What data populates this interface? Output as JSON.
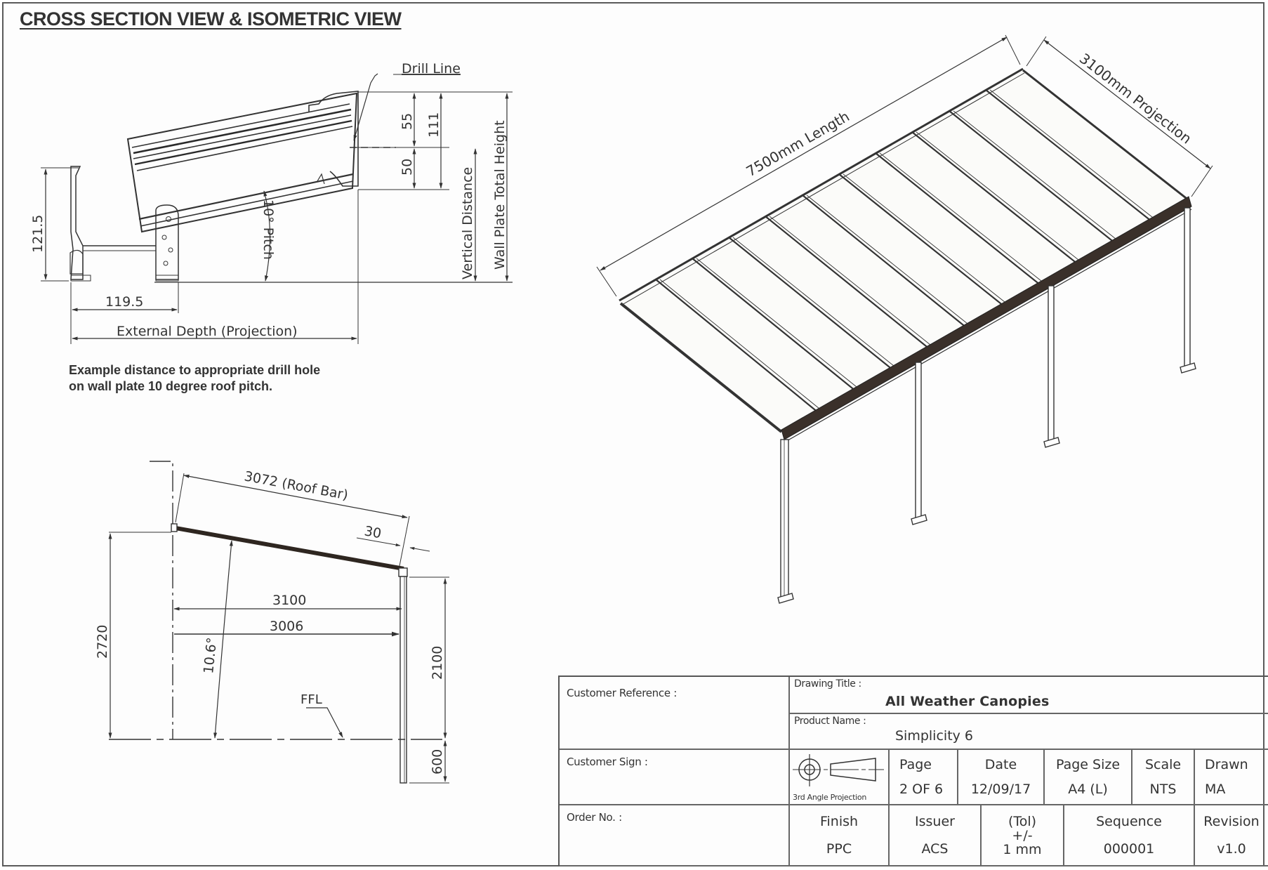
{
  "header": {
    "title": "CROSS SECTION VIEW & ISOMETRIC VIEW"
  },
  "cross_section": {
    "drill_line_label": "Drill Line",
    "dim_55": "55",
    "dim_111": "111",
    "dim_50": "50",
    "vertical_distance_label": "Vertical Distance",
    "wall_plate_total_height_label": "Wall Plate Total Height",
    "pitch_label": "10° Pitch",
    "dim_121_5": "121.5",
    "dim_119_5": "119.5",
    "external_depth_label": "External Depth (Projection)",
    "note_line1": "Example distance to appropriate drill hole",
    "note_line2": "on wall plate 10 degree roof pitch."
  },
  "side_elevation": {
    "roof_bar_label": "3072 (Roof Bar)",
    "dim_30": "30",
    "dim_3100": "3100",
    "dim_3006": "3006",
    "angle_label": "10.6°",
    "dim_2720": "2720",
    "dim_2100": "2100",
    "dim_600": "600",
    "ffl_label": "FFL"
  },
  "isometric": {
    "length_label": "7500mm Length",
    "projection_label": "3100mm Projection",
    "roof_bar_count": 11,
    "post_count": 4
  },
  "title_block": {
    "customer_reference_label": "Customer Reference :",
    "customer_sign_label": "Customer Sign :",
    "order_no_label": "Order No. :",
    "drawing_title_label": "Drawing Title :",
    "drawing_title_value": "All Weather Canopies",
    "product_name_label": "Product Name :",
    "product_name_value": "Simplicity 6",
    "projection_symbol_label": "3rd Angle Projection",
    "page_label": "Page",
    "page_value": "2 OF 6",
    "date_label": "Date",
    "date_value": "12/09/17",
    "page_size_label": "Page Size",
    "page_size_value": "A4 (L)",
    "scale_label": "Scale",
    "scale_value": "NTS",
    "drawn_label": "Drawn",
    "drawn_value": "MA",
    "finish_label": "Finish",
    "finish_value": "PPC",
    "issuer_label": "Issuer",
    "issuer_value": "ACS",
    "tol_label_1": "(Tol)",
    "tol_label_2": "+/-",
    "tol_value": "1 mm",
    "sequence_label": "Sequence",
    "sequence_value": "000001",
    "revision_label": "Revision",
    "revision_value": "v1.0"
  },
  "colors": {
    "line": "#333333",
    "roof_frame": "#3a302a",
    "border": "#555555"
  }
}
